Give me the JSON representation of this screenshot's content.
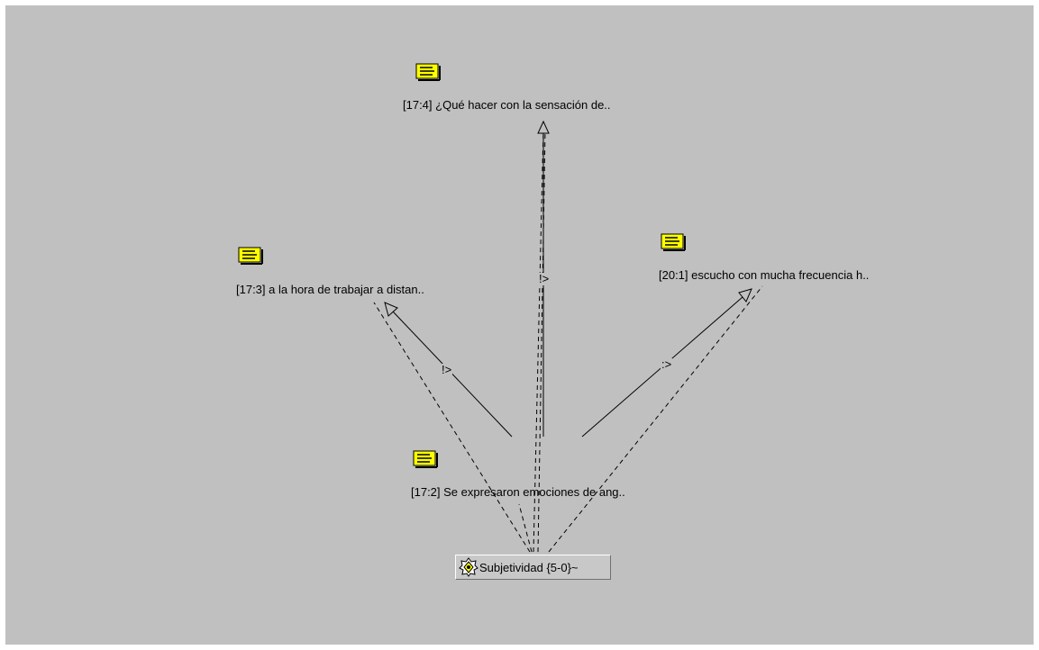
{
  "diagram": {
    "code_node": {
      "label": "Subjetividad {5-0}~",
      "icon": "code-family-icon"
    },
    "quotations": [
      {
        "id": "q-17-4",
        "label": "[17:4] ¿Qué hacer con la sensación de..",
        "icon": "quotation-note-icon"
      },
      {
        "id": "q-17-3",
        "label": "[17:3] a la hora de trabajar a distan..",
        "icon": "quotation-note-icon"
      },
      {
        "id": "q-20-1",
        "label": "[20:1] escucho con mucha frecuencia h..",
        "icon": "quotation-note-icon"
      },
      {
        "id": "q-17-2",
        "label": "[17:2] Se expresaron emociones de ang..",
        "icon": "quotation-note-icon"
      }
    ],
    "relations": [
      {
        "from": "q-17-2",
        "to": "q-17-3",
        "label": "!>"
      },
      {
        "from": "q-17-2",
        "to": "q-17-4",
        "label": "!>"
      },
      {
        "from": "q-17-2",
        "to": "q-20-1",
        "label": ":>"
      }
    ],
    "colors": {
      "background": "#c0c0c0",
      "note_yellow": "#ffff00",
      "line": "#000000"
    }
  }
}
